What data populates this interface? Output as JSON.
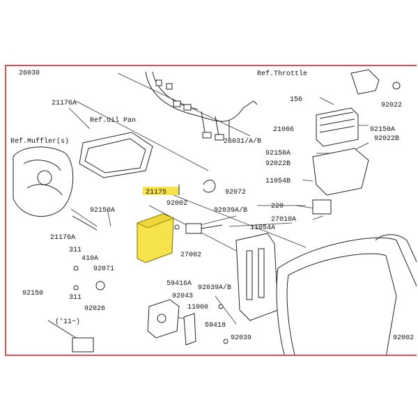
{
  "diagram": {
    "refs": {
      "oil_pan": "Ref.Oil Pan",
      "muffler": "Ref.Muffler(s)",
      "throttle": "Ref.Throttle"
    },
    "parts": {
      "p21176A_top": "21176A",
      "p21175": "21175",
      "p92072": "92072",
      "p92002": "92002",
      "p92039AB_a": "92039A/B",
      "p11054A": "11054A",
      "p27002": "27002",
      "p92150A_mid": "92150A",
      "p21176A_bot": "21176A",
      "p311_a": "311",
      "p410A": "410A",
      "p92071": "92071",
      "p311_b": "311",
      "p92026": "92026",
      "p92150": "92150",
      "p59416A": "59416A",
      "p92039AB_b": "92039A/B",
      "p92043": "92043",
      "p11060": "11060",
      "p59418": "59418",
      "p92039": "92039",
      "p92002_br": "92002",
      "p26031": "26031/A/B",
      "p156": "156",
      "p21066": "21066",
      "p92150A_r1": "92150A",
      "p92022B_r1": "92022B",
      "p92150A_r2": "92150A",
      "p92022B_r2": "92022B",
      "p11054B": "11054B",
      "p220": "220",
      "p27010A": "27010A",
      "p92022": "92022",
      "p26000": "26030",
      "year_note": "('11~)"
    },
    "highlight_color": "#f6e24a",
    "frame_color": "#d9534f"
  }
}
